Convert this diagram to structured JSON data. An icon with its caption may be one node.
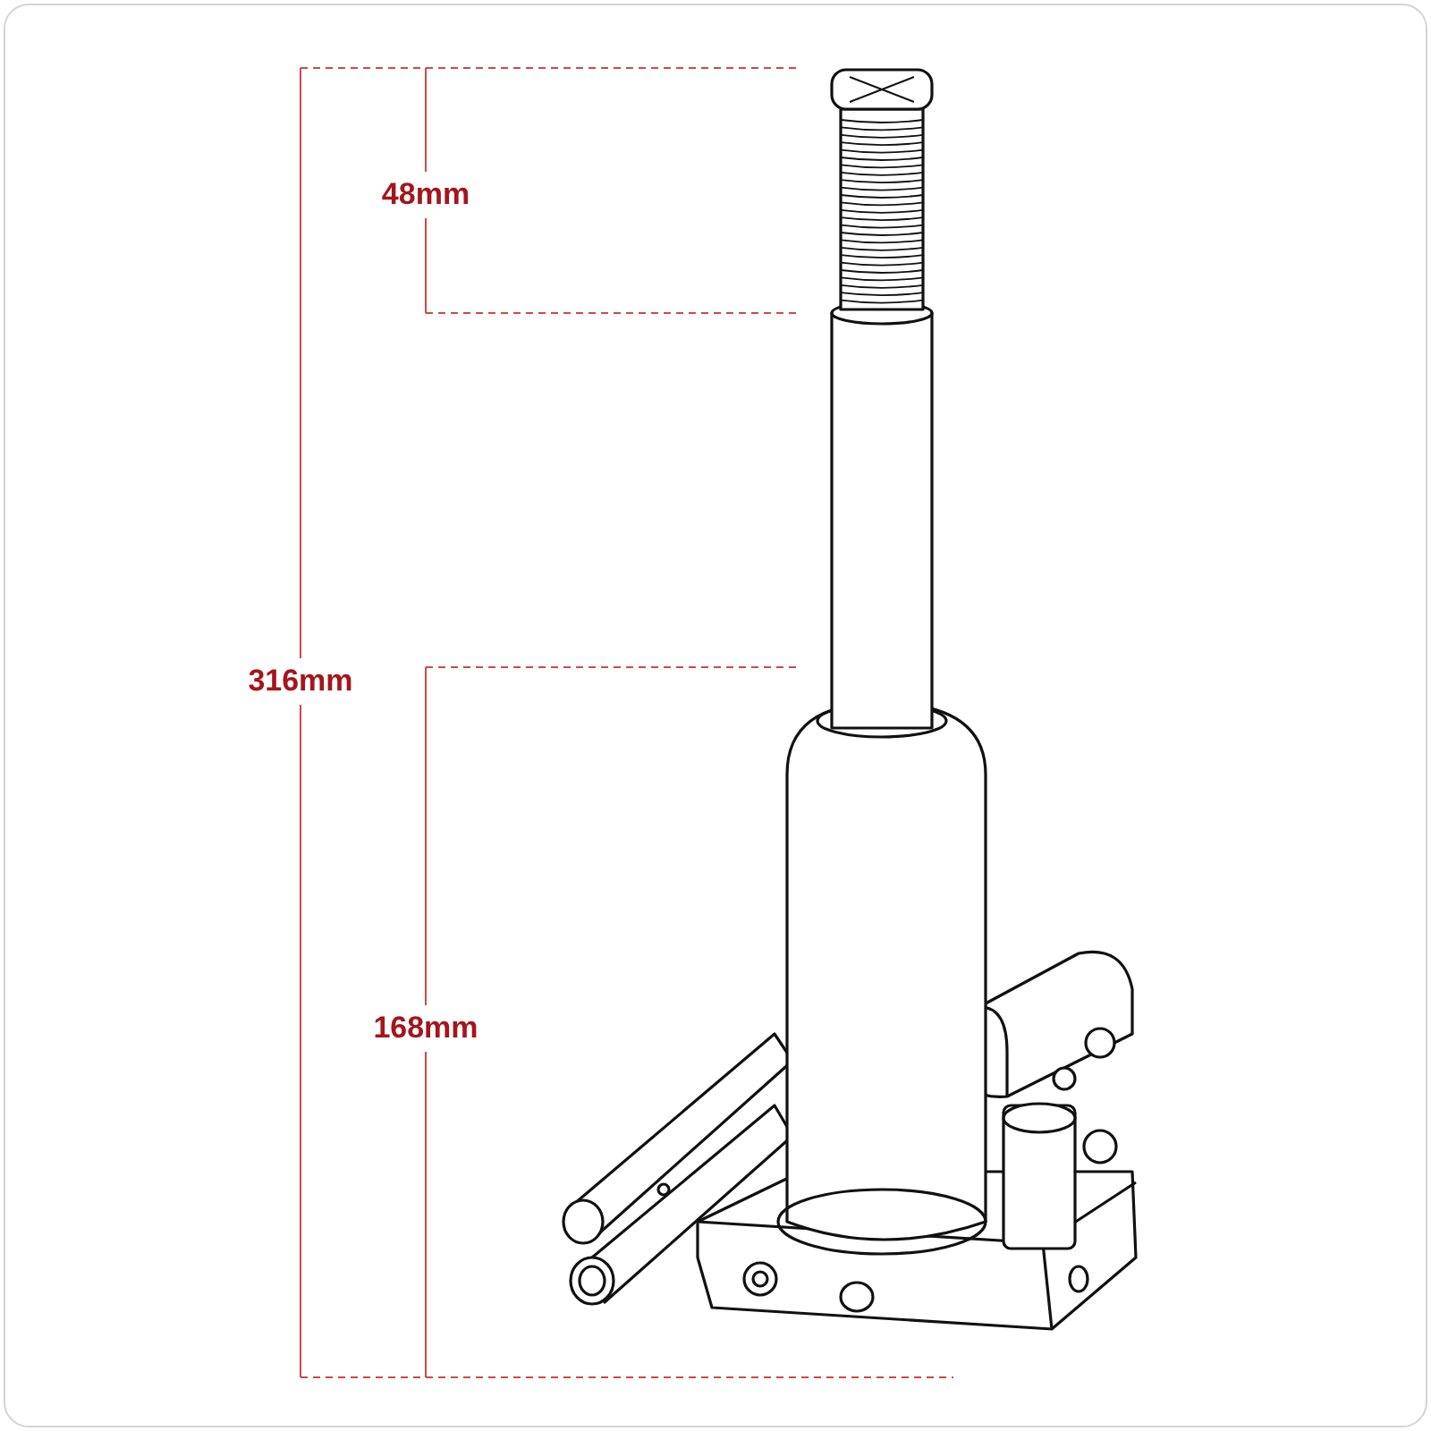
{
  "diagram": {
    "labels": [
      "48mm",
      "316mm",
      "168mm"
    ]
  }
}
